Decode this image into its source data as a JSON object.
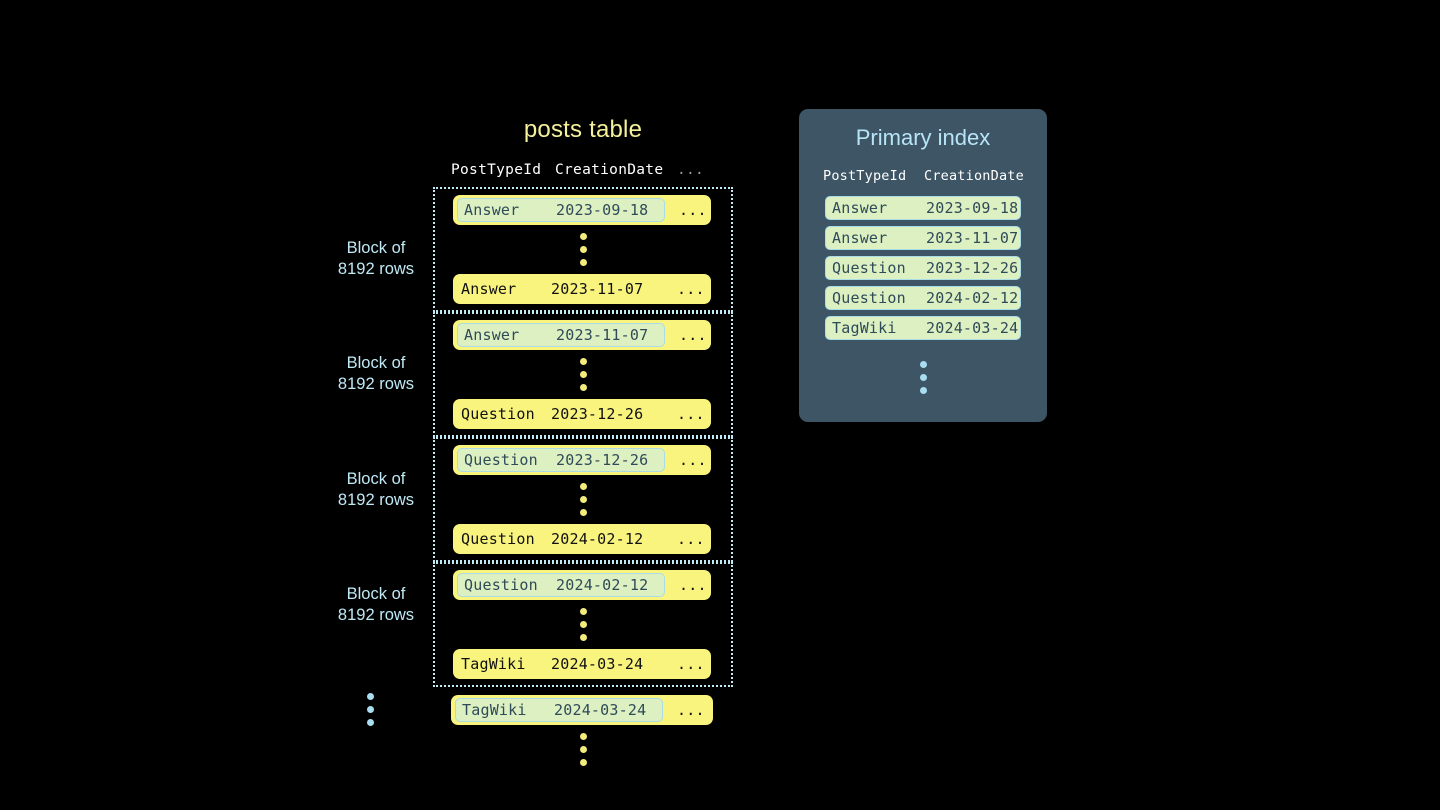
{
  "posts_table": {
    "title": "posts table",
    "columns": [
      "PostTypeId",
      "CreationDate",
      "..."
    ],
    "row_more": "...",
    "blocks": [
      {
        "label_line1": "Block of",
        "label_line2": "8192 rows",
        "first_row": {
          "type": "Answer",
          "date": "2023-09-18",
          "highlighted": true
        },
        "last_row": {
          "type": "Answer",
          "date": "2023-11-07",
          "highlighted": false
        }
      },
      {
        "label_line1": "Block of",
        "label_line2": "8192 rows",
        "first_row": {
          "type": "Answer",
          "date": "2023-11-07",
          "highlighted": true
        },
        "last_row": {
          "type": "Question",
          "date": "2023-12-26",
          "highlighted": false
        }
      },
      {
        "label_line1": "Block of",
        "label_line2": "8192 rows",
        "first_row": {
          "type": "Question",
          "date": "2023-12-26",
          "highlighted": true
        },
        "last_row": {
          "type": "Question",
          "date": "2024-02-12",
          "highlighted": false
        }
      },
      {
        "label_line1": "Block of",
        "label_line2": "8192 rows",
        "first_row": {
          "type": "Question",
          "date": "2024-02-12",
          "highlighted": true
        },
        "last_row": {
          "type": "TagWiki",
          "date": "2024-03-24",
          "highlighted": false
        }
      }
    ],
    "tail_row": {
      "type": "TagWiki",
      "date": "2024-03-24",
      "highlighted": true
    }
  },
  "primary_index": {
    "title": "Primary index",
    "columns": [
      "PostTypeId",
      "CreationDate"
    ],
    "rows": [
      {
        "type": "Answer",
        "date": "2023-09-18"
      },
      {
        "type": "Answer",
        "date": "2023-11-07"
      },
      {
        "type": "Question",
        "date": "2023-12-26"
      },
      {
        "type": "Question",
        "date": "2024-02-12"
      },
      {
        "type": "TagWiki",
        "date": "2024-03-24"
      }
    ]
  },
  "colors": {
    "background": "#000000",
    "row_yellow": "#f9f47e",
    "highlight_green": "#dcf0c2",
    "highlight_border": "#a9dce6",
    "panel_slate": "#3d5564",
    "accent_blue": "#b8e4f7",
    "title_yellow": "#f5f09a",
    "dot_yellow": "#f2ec7d",
    "dot_blue": "#a9ddf0"
  }
}
